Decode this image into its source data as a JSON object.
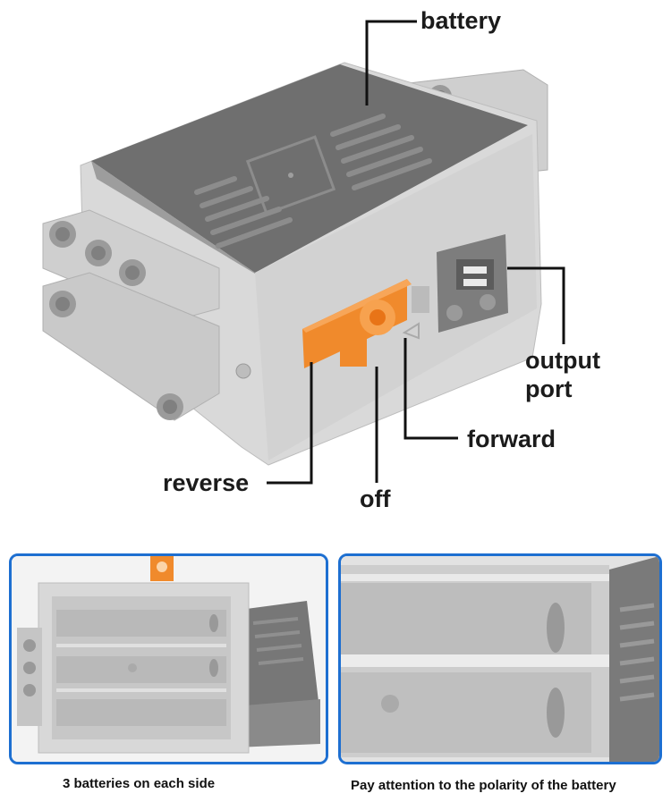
{
  "labels": {
    "battery": "battery",
    "output_port_line1": "output",
    "output_port_line2": "port",
    "forward": "forward",
    "reverse": "reverse",
    "off": "off"
  },
  "captions": {
    "left": "3 batteries on each side",
    "right": "Pay attention to the polarity of the battery"
  },
  "colors": {
    "body": "#d6d6d6",
    "dark": "#6e6e6e",
    "switch": "#f08a2c",
    "panel_border": "#1d6fd1"
  }
}
